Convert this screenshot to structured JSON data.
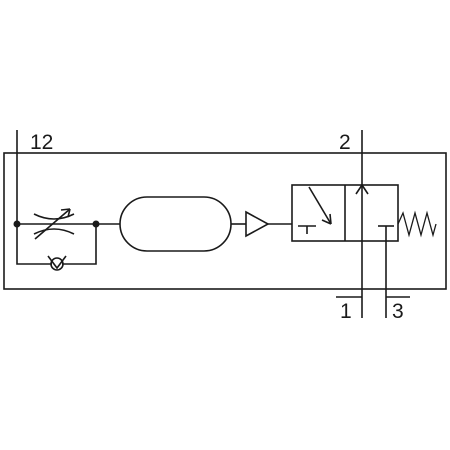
{
  "diagram": {
    "ports": {
      "pilot": "12",
      "outlet": "2",
      "supply": "1",
      "exhaust": "3"
    },
    "colors": {
      "line": "#1a1a1a",
      "background": "#ffffff"
    }
  }
}
